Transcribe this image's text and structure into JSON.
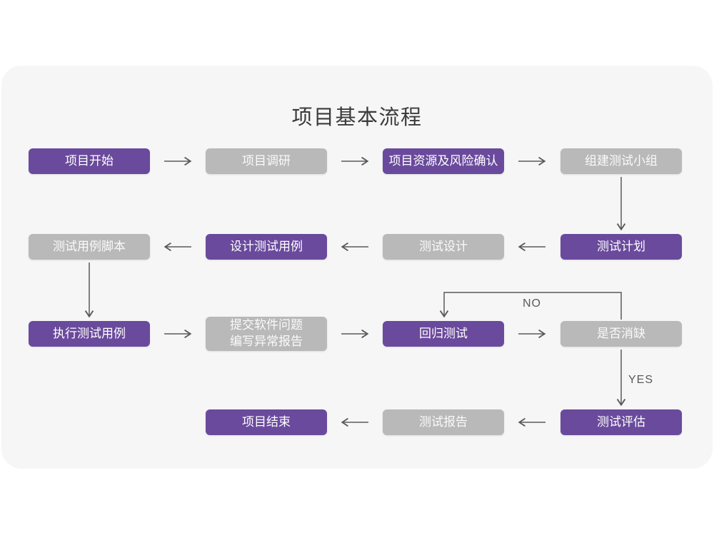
{
  "title": "项目基本流程",
  "colors": {
    "purple": "#6a4a9c",
    "gray": "#b9b9b9",
    "card_bg": "#f6f6f7",
    "arrow": "#5a5a5a",
    "title_text": "#3b3b3b"
  },
  "edge_labels": {
    "no": "NO",
    "yes": "YES"
  },
  "nodes": [
    {
      "id": "project-start",
      "label": "项目开始",
      "variant": "purple"
    },
    {
      "id": "project-research",
      "label": "项目调研",
      "variant": "gray"
    },
    {
      "id": "resources-risk",
      "label": "项目资源及风险确认",
      "variant": "purple"
    },
    {
      "id": "build-test-team",
      "label": "组建测试小组",
      "variant": "gray"
    },
    {
      "id": "test-plan",
      "label": "测试计划",
      "variant": "purple"
    },
    {
      "id": "test-design",
      "label": "测试设计",
      "variant": "gray"
    },
    {
      "id": "design-test-cases",
      "label": "设计测试用例",
      "variant": "purple"
    },
    {
      "id": "test-case-scripts",
      "label": "测试用例脚本",
      "variant": "gray"
    },
    {
      "id": "execute-test-cases",
      "label": "执行测试用例",
      "variant": "purple"
    },
    {
      "id": "submit-issues",
      "label": "提交软件问题\n编写异常报告",
      "variant": "gray"
    },
    {
      "id": "regression-test",
      "label": "回归测试",
      "variant": "purple"
    },
    {
      "id": "defect-cleared",
      "label": "是否消缺",
      "variant": "gray"
    },
    {
      "id": "test-evaluation",
      "label": "测试评估",
      "variant": "purple"
    },
    {
      "id": "test-report",
      "label": "测试报告",
      "variant": "gray"
    },
    {
      "id": "project-end",
      "label": "项目结束",
      "variant": "purple"
    }
  ],
  "edges": [
    {
      "from": "project-start",
      "to": "project-research"
    },
    {
      "from": "project-research",
      "to": "resources-risk"
    },
    {
      "from": "resources-risk",
      "to": "build-test-team"
    },
    {
      "from": "build-test-team",
      "to": "test-plan"
    },
    {
      "from": "test-plan",
      "to": "test-design"
    },
    {
      "from": "test-design",
      "to": "design-test-cases"
    },
    {
      "from": "design-test-cases",
      "to": "test-case-scripts"
    },
    {
      "from": "test-case-scripts",
      "to": "execute-test-cases"
    },
    {
      "from": "execute-test-cases",
      "to": "submit-issues"
    },
    {
      "from": "submit-issues",
      "to": "regression-test"
    },
    {
      "from": "regression-test",
      "to": "defect-cleared"
    },
    {
      "from": "defect-cleared",
      "to": "regression-test",
      "label": "NO"
    },
    {
      "from": "defect-cleared",
      "to": "test-evaluation",
      "label": "YES"
    },
    {
      "from": "test-evaluation",
      "to": "test-report"
    },
    {
      "from": "test-report",
      "to": "project-end"
    }
  ]
}
